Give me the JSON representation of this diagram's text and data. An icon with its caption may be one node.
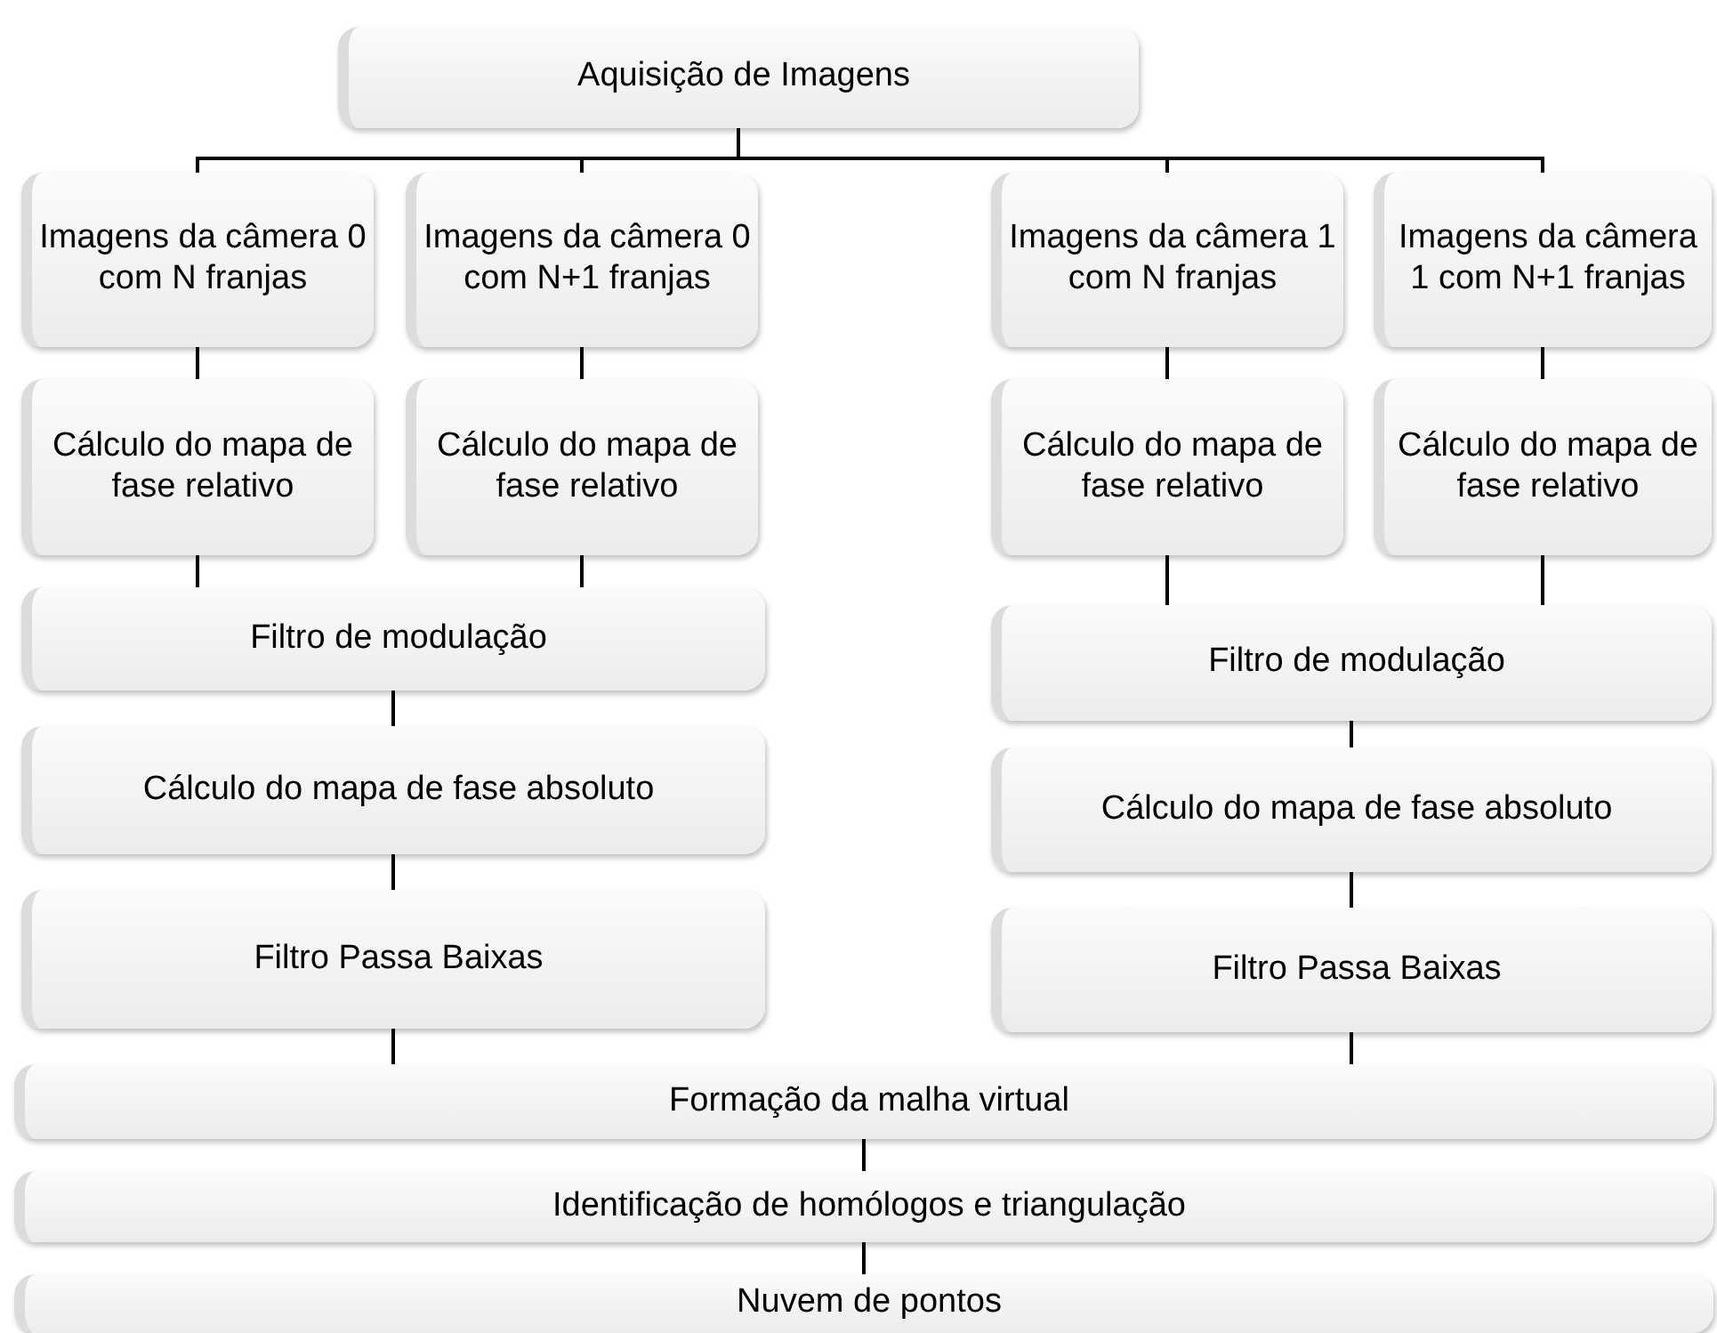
{
  "diagram": {
    "nodes": [
      {
        "text": [
          "Aquisição de Imagens"
        ]
      },
      {
        "text": [
          "Imagens da câmera 0 com N franjas"
        ]
      },
      {
        "text": [
          "Imagens da câmera 0 com N+1 franjas"
        ]
      },
      {
        "text": [
          "Imagens da câmera 1 com N franjas"
        ]
      },
      {
        "text": [
          "Imagens da câmera 1 com N+1 franjas"
        ]
      },
      {
        "text": [
          "Cálculo do mapa de fase relativo"
        ]
      },
      {
        "text": [
          "Cálculo do mapa de fase relativo"
        ]
      },
      {
        "text": [
          "Cálculo do mapa de fase relativo"
        ]
      },
      {
        "text": [
          "Cálculo do mapa de fase relativo"
        ]
      },
      {
        "text": [
          "Filtro de modulação"
        ]
      },
      {
        "text": [
          "Filtro de modulação"
        ]
      },
      {
        "text": [
          "Cálculo do mapa de fase absoluto"
        ]
      },
      {
        "text": [
          "Cálculo do mapa de fase absoluto"
        ]
      },
      {
        "text": [
          "Filtro Passa Baixas"
        ]
      },
      {
        "text": [
          "Filtro Passa Baixas"
        ]
      },
      {
        "text": [
          "Formação da malha virtual"
        ]
      },
      {
        "text": [
          "Identificação de homólogos e triangulação"
        ]
      },
      {
        "text": [
          "Nuvem de pontos"
        ]
      }
    ],
    "edges": [
      {
        "from": 0,
        "to": 1,
        "arrow": "none"
      },
      {
        "from": 0,
        "to": 2,
        "arrow": "none"
      },
      {
        "from": 0,
        "to": 3,
        "arrow": "none"
      },
      {
        "from": 0,
        "to": 4,
        "arrow": "none"
      },
      {
        "from": 1,
        "to": 5,
        "arrow": "none"
      },
      {
        "from": 2,
        "to": 6,
        "arrow": "none"
      },
      {
        "from": 3,
        "to": 7,
        "arrow": "none"
      },
      {
        "from": 4,
        "to": 8,
        "arrow": "none"
      },
      {
        "from": 5,
        "to": 9,
        "arrow": "none"
      },
      {
        "from": 6,
        "to": 9,
        "arrow": "none"
      },
      {
        "from": 7,
        "to": 10,
        "arrow": "none"
      },
      {
        "from": 8,
        "to": 10,
        "arrow": "none"
      },
      {
        "from": 9,
        "to": 11,
        "arrow": "none"
      },
      {
        "from": 10,
        "to": 12,
        "arrow": "none"
      },
      {
        "from": 11,
        "to": 13,
        "arrow": "none"
      },
      {
        "from": 12,
        "to": 14,
        "arrow": "none"
      },
      {
        "from": 13,
        "to": 15,
        "arrow": "none"
      },
      {
        "from": 14,
        "to": 15,
        "arrow": "none"
      },
      {
        "from": 15,
        "to": 16,
        "arrow": "none"
      },
      {
        "from": 16,
        "to": 17,
        "arrow": "none"
      }
    ]
  }
}
